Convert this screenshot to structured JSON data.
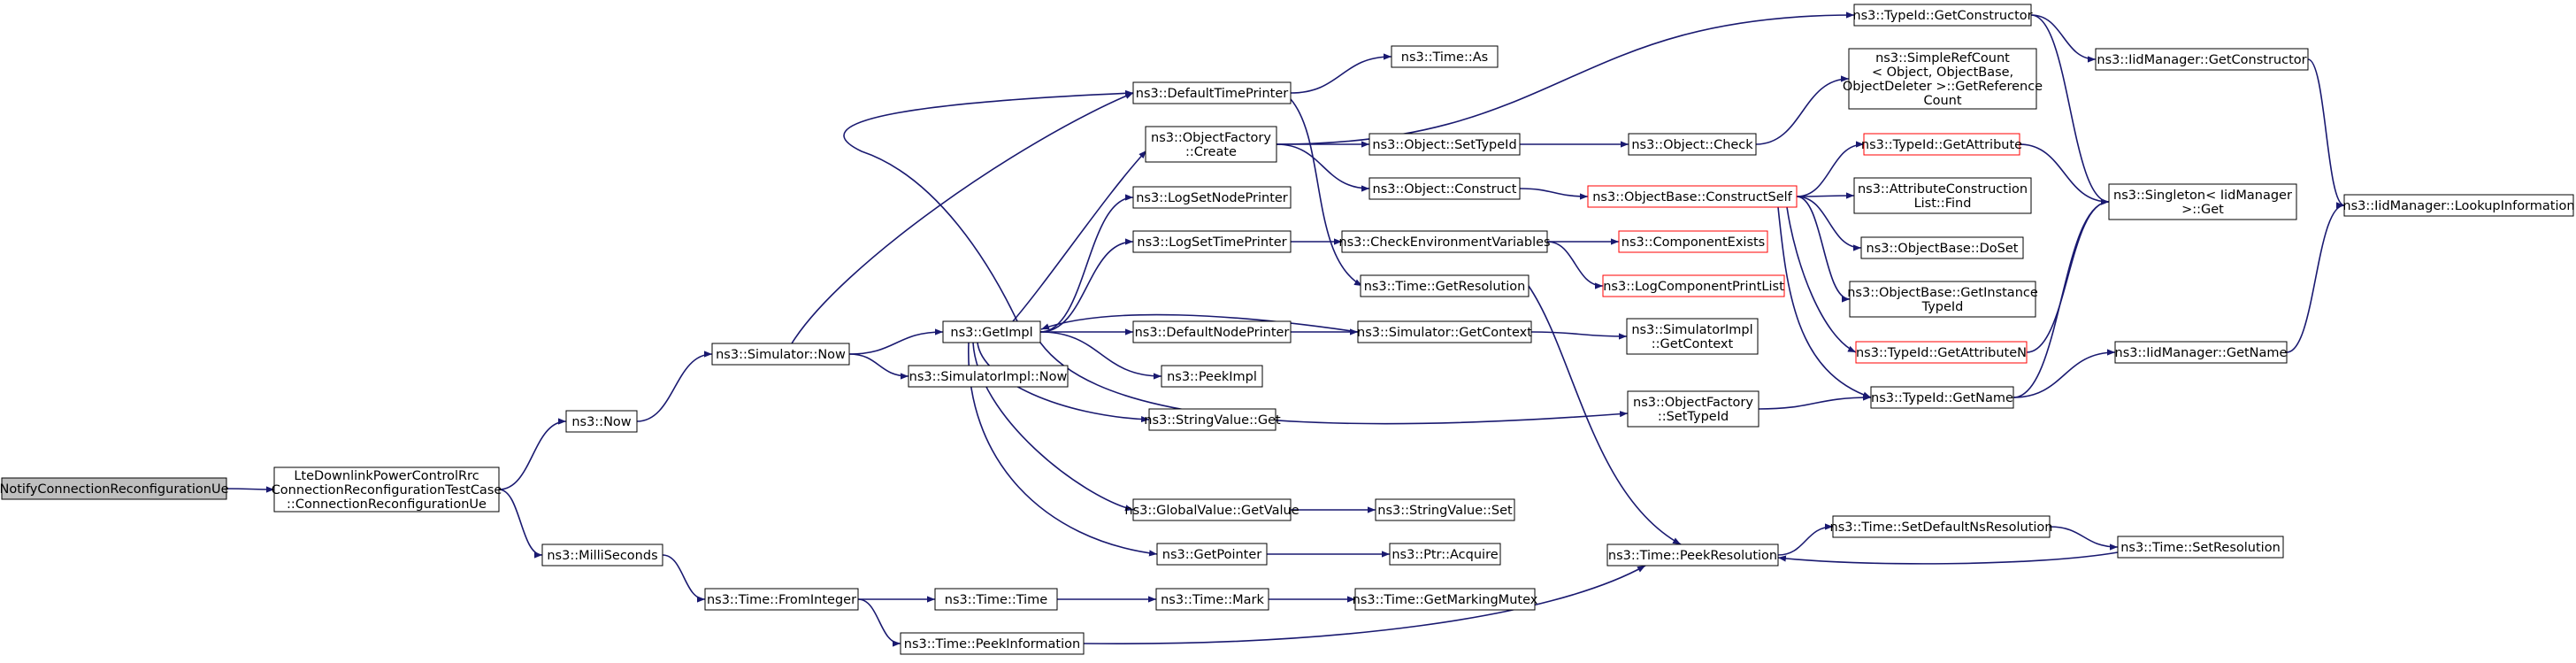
{
  "diagram": {
    "nodes": [
      {
        "id": "n0",
        "lines": [
          "NotifyConnectionReconfigurationUe"
        ],
        "style": "root"
      },
      {
        "id": "n1",
        "lines": [
          "LteDownlinkPowerControlRrc",
          "ConnectionReconfigurationTestCase",
          "::ConnectionReconfigurationUe"
        ],
        "style": "normal"
      },
      {
        "id": "n2",
        "lines": [
          "ns3::Now"
        ],
        "style": "normal"
      },
      {
        "id": "n3",
        "lines": [
          "ns3::MilliSeconds"
        ],
        "style": "normal"
      },
      {
        "id": "n4",
        "lines": [
          "ns3::Simulator::Now"
        ],
        "style": "normal"
      },
      {
        "id": "n5",
        "lines": [
          "ns3::Time::FromInteger"
        ],
        "style": "normal"
      },
      {
        "id": "n6",
        "lines": [
          "ns3::DefaultTimePrinter"
        ],
        "style": "normal"
      },
      {
        "id": "n7",
        "lines": [
          "ns3::GetImpl"
        ],
        "style": "normal"
      },
      {
        "id": "n8",
        "lines": [
          "ns3::SimulatorImpl::Now"
        ],
        "style": "normal"
      },
      {
        "id": "n9",
        "lines": [
          "ns3::Time::Time"
        ],
        "style": "normal"
      },
      {
        "id": "n10",
        "lines": [
          "ns3::Time::PeekInformation"
        ],
        "style": "normal"
      },
      {
        "id": "n11",
        "lines": [
          "ns3::Time::As"
        ],
        "style": "normal"
      },
      {
        "id": "n12",
        "lines": [
          "ns3::ObjectFactory",
          "::Create"
        ],
        "style": "normal"
      },
      {
        "id": "n13",
        "lines": [
          "ns3::LogSetNodePrinter"
        ],
        "style": "normal"
      },
      {
        "id": "n14",
        "lines": [
          "ns3::LogSetTimePrinter"
        ],
        "style": "normal"
      },
      {
        "id": "n15",
        "lines": [
          "ns3::DefaultNodePrinter"
        ],
        "style": "normal"
      },
      {
        "id": "n16",
        "lines": [
          "ns3::PeekImpl"
        ],
        "style": "normal"
      },
      {
        "id": "n17",
        "lines": [
          "ns3::StringValue::Get"
        ],
        "style": "normal"
      },
      {
        "id": "n18",
        "lines": [
          "ns3::GlobalValue::GetValue"
        ],
        "style": "normal"
      },
      {
        "id": "n19",
        "lines": [
          "ns3::GetPointer"
        ],
        "style": "normal"
      },
      {
        "id": "n20",
        "lines": [
          "ns3::Time::Mark"
        ],
        "style": "normal"
      },
      {
        "id": "n21",
        "lines": [
          "ns3::Object::SetTypeId"
        ],
        "style": "normal"
      },
      {
        "id": "n22",
        "lines": [
          "ns3::Object::Construct"
        ],
        "style": "normal"
      },
      {
        "id": "n23",
        "lines": [
          "ns3::CheckEnvironmentVariables"
        ],
        "style": "normal"
      },
      {
        "id": "n24",
        "lines": [
          "ns3::Time::GetResolution"
        ],
        "style": "normal"
      },
      {
        "id": "n25",
        "lines": [
          "ns3::Simulator::GetContext"
        ],
        "style": "normal"
      },
      {
        "id": "n26",
        "lines": [
          "ns3::StringValue::Set"
        ],
        "style": "normal"
      },
      {
        "id": "n27",
        "lines": [
          "ns3::Ptr::Acquire"
        ],
        "style": "normal"
      },
      {
        "id": "n28",
        "lines": [
          "ns3::Time::GetMarkingMutex"
        ],
        "style": "normal"
      },
      {
        "id": "n29",
        "lines": [
          "ns3::Object::Check"
        ],
        "style": "normal"
      },
      {
        "id": "n30",
        "lines": [
          "ns3::ObjectBase::ConstructSelf"
        ],
        "style": "red"
      },
      {
        "id": "n31",
        "lines": [
          "ns3::ComponentExists"
        ],
        "style": "red"
      },
      {
        "id": "n32",
        "lines": [
          "ns3::LogComponentPrintList"
        ],
        "style": "red"
      },
      {
        "id": "n33",
        "lines": [
          "ns3::SimulatorImpl",
          "::GetContext"
        ],
        "style": "normal"
      },
      {
        "id": "n34",
        "lines": [
          "ns3::ObjectFactory",
          "::SetTypeId"
        ],
        "style": "normal"
      },
      {
        "id": "n35",
        "lines": [
          "ns3::Time::PeekResolution"
        ],
        "style": "normal"
      },
      {
        "id": "n36",
        "lines": [
          "ns3::TypeId::GetConstructor"
        ],
        "style": "normal"
      },
      {
        "id": "n37",
        "lines": [
          "ns3::SimpleRefCount",
          "< Object, ObjectBase,",
          "ObjectDeleter >::GetReference",
          "Count"
        ],
        "style": "normal"
      },
      {
        "id": "n38",
        "lines": [
          "ns3::TypeId::GetAttribute"
        ],
        "style": "red"
      },
      {
        "id": "n39",
        "lines": [
          "ns3::AttributeConstruction",
          "List::Find"
        ],
        "style": "normal"
      },
      {
        "id": "n40",
        "lines": [
          "ns3::ObjectBase::DoSet"
        ],
        "style": "normal"
      },
      {
        "id": "n41",
        "lines": [
          "ns3::ObjectBase::GetInstance",
          "TypeId"
        ],
        "style": "normal"
      },
      {
        "id": "n42",
        "lines": [
          "ns3::TypeId::GetAttributeN"
        ],
        "style": "red"
      },
      {
        "id": "n43",
        "lines": [
          "ns3::TypeId::GetName"
        ],
        "style": "normal"
      },
      {
        "id": "n44",
        "lines": [
          "ns3::Time::SetDefaultNsResolution"
        ],
        "style": "normal"
      },
      {
        "id": "n45",
        "lines": [
          "ns3::IidManager::GetConstructor"
        ],
        "style": "normal"
      },
      {
        "id": "n46",
        "lines": [
          "ns3::Singleton< IidManager",
          " >::Get"
        ],
        "style": "normal"
      },
      {
        "id": "n47",
        "lines": [
          "ns3::IidManager::GetName"
        ],
        "style": "normal"
      },
      {
        "id": "n48",
        "lines": [
          "ns3::Time::SetResolution"
        ],
        "style": "normal"
      },
      {
        "id": "n49",
        "lines": [
          "ns3::IidManager::LookupInformation"
        ],
        "style": "normal"
      }
    ],
    "edges": [
      [
        "n0",
        "n1"
      ],
      [
        "n1",
        "n2"
      ],
      [
        "n1",
        "n3"
      ],
      [
        "n2",
        "n4"
      ],
      [
        "n3",
        "n5"
      ],
      [
        "n4",
        "n6"
      ],
      [
        "n4",
        "n7"
      ],
      [
        "n4",
        "n8"
      ],
      [
        "n5",
        "n9"
      ],
      [
        "n5",
        "n10"
      ],
      [
        "n6",
        "n11"
      ],
      [
        "n6",
        "n24"
      ],
      [
        "n7",
        "n6"
      ],
      [
        "n7",
        "n12"
      ],
      [
        "n7",
        "n13"
      ],
      [
        "n7",
        "n14"
      ],
      [
        "n7",
        "n15"
      ],
      [
        "n7",
        "n16"
      ],
      [
        "n7",
        "n17"
      ],
      [
        "n7",
        "n18"
      ],
      [
        "n7",
        "n19"
      ],
      [
        "n7",
        "n34"
      ],
      [
        "n9",
        "n20"
      ],
      [
        "n10",
        "n35"
      ],
      [
        "n12",
        "n21"
      ],
      [
        "n12",
        "n22"
      ],
      [
        "n12",
        "n36"
      ],
      [
        "n14",
        "n23"
      ],
      [
        "n15",
        "n25"
      ],
      [
        "n18",
        "n26"
      ],
      [
        "n19",
        "n27"
      ],
      [
        "n20",
        "n28"
      ],
      [
        "n21",
        "n29"
      ],
      [
        "n22",
        "n30"
      ],
      [
        "n23",
        "n31"
      ],
      [
        "n23",
        "n32"
      ],
      [
        "n24",
        "n35"
      ],
      [
        "n25",
        "n7"
      ],
      [
        "n25",
        "n33"
      ],
      [
        "n29",
        "n37"
      ],
      [
        "n30",
        "n38"
      ],
      [
        "n30",
        "n39"
      ],
      [
        "n30",
        "n40"
      ],
      [
        "n30",
        "n41"
      ],
      [
        "n30",
        "n42"
      ],
      [
        "n30",
        "n43"
      ],
      [
        "n34",
        "n43"
      ],
      [
        "n35",
        "n44"
      ],
      [
        "n44",
        "n48"
      ],
      [
        "n48",
        "n35"
      ],
      [
        "n36",
        "n45"
      ],
      [
        "n36",
        "n46"
      ],
      [
        "n38",
        "n46"
      ],
      [
        "n42",
        "n46"
      ],
      [
        "n43",
        "n46"
      ],
      [
        "n43",
        "n47"
      ],
      [
        "n45",
        "n49"
      ],
      [
        "n47",
        "n49"
      ]
    ]
  }
}
